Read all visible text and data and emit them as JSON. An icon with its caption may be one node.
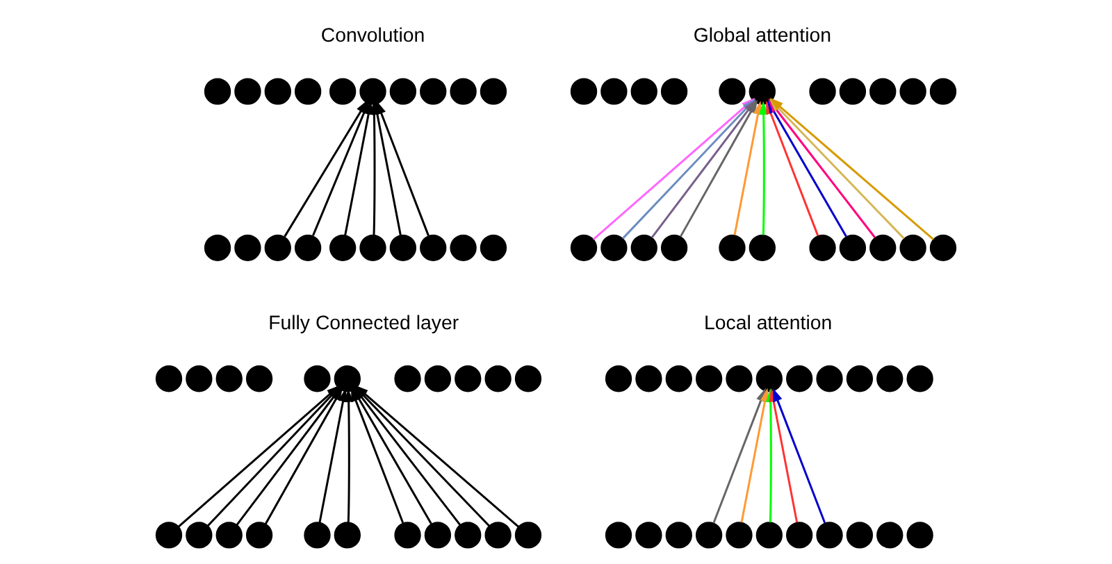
{
  "diagram": {
    "nodes": [
      {
        "text": [],
        "shape": "circle"
      },
      {
        "text": [],
        "shape": "circle"
      },
      {
        "text": [],
        "shape": "circle"
      },
      {
        "text": [],
        "shape": "circle"
      },
      {
        "text": [],
        "shape": "circle"
      },
      {
        "text": [],
        "shape": "circle"
      },
      {
        "text": [],
        "shape": "circle"
      },
      {
        "text": [],
        "shape": "circle"
      },
      {
        "text": [],
        "shape": "circle"
      },
      {
        "text": [],
        "shape": "circle"
      },
      {
        "text": [],
        "shape": "circle"
      },
      {
        "text": [],
        "shape": "circle"
      },
      {
        "text": [],
        "shape": "circle"
      },
      {
        "text": [],
        "shape": "circle"
      },
      {
        "text": [],
        "shape": "circle"
      },
      {
        "text": [],
        "shape": "circle"
      },
      {
        "text": [],
        "shape": "circle"
      },
      {
        "text": [],
        "shape": "circle"
      },
      {
        "text": [],
        "shape": "circle"
      },
      {
        "text": [],
        "shape": "circle"
      },
      {
        "text": [],
        "shape": "circle"
      },
      {
        "text": [],
        "shape": "circle"
      },
      {
        "text": [],
        "shape": "circle"
      },
      {
        "text": [],
        "shape": "circle"
      },
      {
        "text": [],
        "shape": "circle"
      },
      {
        "text": [],
        "shape": "circle"
      },
      {
        "text": [],
        "shape": "circle"
      },
      {
        "text": [],
        "shape": "circle"
      },
      {
        "text": [],
        "shape": "circle"
      },
      {
        "text": [],
        "shape": "circle"
      },
      {
        "text": [],
        "shape": "circle"
      },
      {
        "text": [],
        "shape": "circle"
      },
      {
        "text": [],
        "shape": "circle"
      },
      {
        "text": [],
        "shape": "circle"
      },
      {
        "text": [],
        "shape": "circle"
      },
      {
        "text": [],
        "shape": "circle"
      },
      {
        "text": [],
        "shape": "circle"
      },
      {
        "text": [],
        "shape": "circle"
      },
      {
        "text": [],
        "shape": "circle"
      },
      {
        "text": [],
        "shape": "circle"
      },
      {
        "text": [],
        "shape": "circle"
      },
      {
        "text": [],
        "shape": "circle"
      },
      {
        "text": [],
        "shape": "circle"
      },
      {
        "text": [],
        "shape": "circle"
      },
      {
        "text": [],
        "shape": "circle"
      },
      {
        "text": [],
        "shape": "circle"
      },
      {
        "text": [],
        "shape": "circle"
      },
      {
        "text": [],
        "shape": "circle"
      },
      {
        "text": [],
        "shape": "circle"
      },
      {
        "text": [],
        "shape": "circle"
      },
      {
        "text": [],
        "shape": "circle"
      },
      {
        "text": [],
        "shape": "circle"
      },
      {
        "text": [],
        "shape": "circle"
      },
      {
        "text": [],
        "shape": "circle"
      },
      {
        "text": [],
        "shape": "circle"
      },
      {
        "text": [],
        "shape": "circle"
      },
      {
        "text": [],
        "shape": "circle"
      },
      {
        "text": [],
        "shape": "circle"
      },
      {
        "text": [],
        "shape": "circle"
      },
      {
        "text": [],
        "shape": "circle"
      },
      {
        "text": [],
        "shape": "circle"
      },
      {
        "text": [],
        "shape": "circle"
      },
      {
        "text": [],
        "shape": "circle"
      },
      {
        "text": [],
        "shape": "circle"
      },
      {
        "text": [],
        "shape": "circle"
      },
      {
        "text": [],
        "shape": "circle"
      },
      {
        "text": [],
        "shape": "circle"
      },
      {
        "text": [],
        "shape": "circle"
      },
      {
        "text": [],
        "shape": "circle"
      },
      {
        "text": [],
        "shape": "circle"
      },
      {
        "text": [],
        "shape": "circle"
      },
      {
        "text": [],
        "shape": "circle"
      },
      {
        "text": [],
        "shape": "circle"
      },
      {
        "text": [],
        "shape": "circle"
      },
      {
        "text": [],
        "shape": "circle"
      },
      {
        "text": [],
        "shape": "circle"
      },
      {
        "text": [],
        "shape": "circle"
      },
      {
        "text": [],
        "shape": "circle"
      },
      {
        "text": [],
        "shape": "circle"
      },
      {
        "text": [],
        "shape": "circle"
      },
      {
        "text": [],
        "shape": "circle"
      },
      {
        "text": [],
        "shape": "circle"
      },
      {
        "text": [],
        "shape": "circle"
      },
      {
        "text": [],
        "shape": "circle"
      },
      {
        "text": [],
        "shape": "circle"
      },
      {
        "text": [],
        "shape": "circle"
      }
    ],
    "edges": [
      {
        "from": 12,
        "to": 5,
        "arrow": "to"
      },
      {
        "from": 13,
        "to": 5,
        "arrow": "to"
      },
      {
        "from": 14,
        "to": 5,
        "arrow": "to"
      },
      {
        "from": 15,
        "to": 5,
        "arrow": "to"
      },
      {
        "from": 16,
        "to": 5,
        "arrow": "to"
      },
      {
        "from": 17,
        "to": 5,
        "arrow": "to"
      },
      {
        "from": 31,
        "to": 25,
        "arrow": "to",
        "color": "#ff66ff"
      },
      {
        "from": 32,
        "to": 25,
        "arrow": "to",
        "color": "#6c8ebf"
      },
      {
        "from": 33,
        "to": 25,
        "arrow": "to",
        "color": "#76608a"
      },
      {
        "from": 34,
        "to": 25,
        "arrow": "to",
        "color": "#666666"
      },
      {
        "from": 35,
        "to": 25,
        "arrow": "to",
        "color": "#ff9933"
      },
      {
        "from": 36,
        "to": 25,
        "arrow": "to",
        "color": "#00ff00"
      },
      {
        "from": 37,
        "to": 25,
        "arrow": "to",
        "color": "#ff3333"
      },
      {
        "from": 38,
        "to": 25,
        "arrow": "to",
        "color": "#0000cc"
      },
      {
        "from": 39,
        "to": 25,
        "arrow": "to",
        "color": "#ff0080"
      },
      {
        "from": 40,
        "to": 25,
        "arrow": "to",
        "color": "#d6b656"
      },
      {
        "from": 41,
        "to": 25,
        "arrow": "to",
        "color": "#d79b00"
      },
      {
        "from": 53,
        "to": 47,
        "arrow": "to"
      },
      {
        "from": 54,
        "to": 47,
        "arrow": "to"
      },
      {
        "from": 55,
        "to": 47,
        "arrow": "to"
      },
      {
        "from": 56,
        "to": 47,
        "arrow": "to"
      },
      {
        "from": 57,
        "to": 47,
        "arrow": "to"
      },
      {
        "from": 58,
        "to": 47,
        "arrow": "to"
      },
      {
        "from": 59,
        "to": 47,
        "arrow": "to"
      },
      {
        "from": 60,
        "to": 47,
        "arrow": "to"
      },
      {
        "from": 61,
        "to": 47,
        "arrow": "to"
      },
      {
        "from": 62,
        "to": 47,
        "arrow": "to"
      },
      {
        "from": 63,
        "to": 47,
        "arrow": "to"
      },
      {
        "from": 78,
        "to": 69,
        "arrow": "to",
        "color": "#666666"
      },
      {
        "from": 79,
        "to": 69,
        "arrow": "to",
        "color": "#ff9933"
      },
      {
        "from": 80,
        "to": 69,
        "arrow": "to",
        "color": "#00ff00"
      },
      {
        "from": 81,
        "to": 69,
        "arrow": "to",
        "color": "#ff3333"
      },
      {
        "from": 82,
        "to": 69,
        "arrow": "to",
        "color": "#0000cc"
      }
    ],
    "labels": [
      "Convolution",
      "Global attention",
      "Fully Connected layer",
      "Local attention"
    ]
  }
}
